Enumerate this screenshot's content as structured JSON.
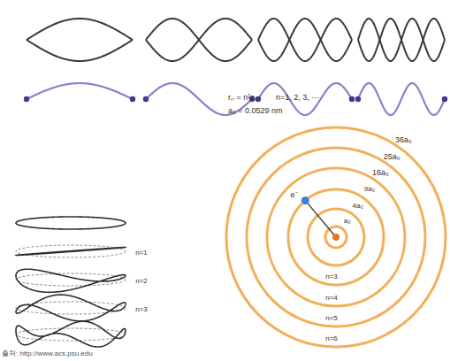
{
  "diagram": {
    "labels": [
      "rₙ = n²a₀",
      "n=1, 2, 3, ···",
      "a₀ = 0.0529 nm",
      "36a₀",
      "25a₀",
      "16a₀",
      "9a₀",
      "4a₀",
      "a₀",
      "e⁻",
      "n=3",
      "n=4",
      "n=5",
      "n=6",
      "n=1",
      "n=2",
      "n=3",
      "출처: http://www.acs.psu.edu"
    ]
  }
}
